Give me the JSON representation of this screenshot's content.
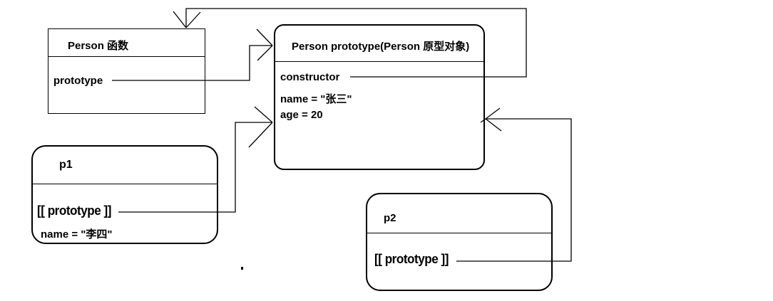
{
  "diagram": {
    "boxes": {
      "person_function": {
        "title": "Person 函数",
        "properties": [
          "prototype"
        ]
      },
      "person_prototype": {
        "title": "Person prototype(Person 原型对象)",
        "properties": [
          "constructor",
          "name = \"张三\"",
          "age = 20"
        ]
      },
      "p1": {
        "title": "p1",
        "properties": [
          "[[ prototype ]]",
          "name = \"李四\""
        ]
      },
      "p2": {
        "title": "p2",
        "properties": [
          "[[ prototype ]]"
        ]
      }
    },
    "connections": [
      {
        "from": "Person 函数.prototype",
        "to": "Person prototype(Person 原型对象)",
        "arrow_direction": "right"
      },
      {
        "from": "Person prototype(Person 原型对象).constructor",
        "to": "Person 函数",
        "arrow_direction": "down"
      },
      {
        "from": "p1.[[ prototype ]]",
        "to": "Person prototype(Person 原型对象)",
        "arrow_direction": "right"
      },
      {
        "from": "p2.[[ prototype ]]",
        "to": "Person prototype(Person 原型对象)",
        "arrow_direction": "left"
      }
    ],
    "colors": {
      "line": "#000000",
      "text": "#000000",
      "background": "#ffffff"
    }
  }
}
